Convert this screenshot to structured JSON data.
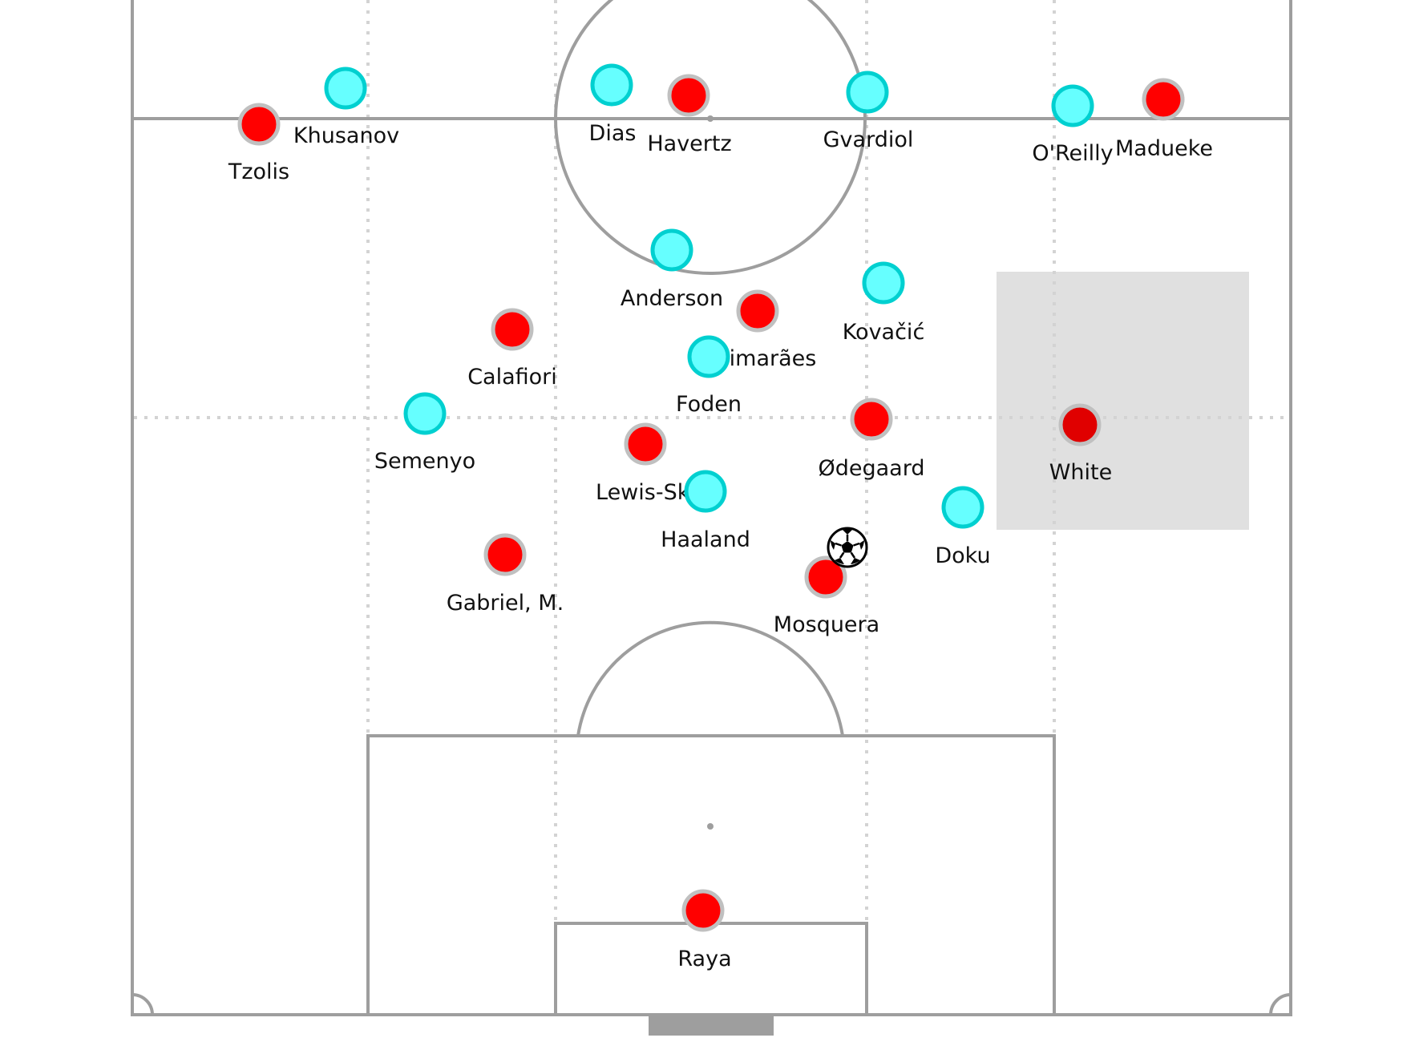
{
  "colors": {
    "team_red": "#ff0000",
    "team_red_highlight": "#e00000",
    "team_cyan": "#66ffff",
    "team_cyan_stroke": "#00d0d0",
    "red_stroke": "#c0c0c0",
    "pitch_lines": "#9e9e9e",
    "grid": "#d3d3d3",
    "highlight_zone": "#e0e0e0"
  },
  "ball": {
    "icon": "soccer-ball-icon"
  },
  "players": [
    {
      "name": "Tzolis",
      "team": "red"
    },
    {
      "name": "Khusanov",
      "team": "cyan"
    },
    {
      "name": "Dias",
      "team": "cyan"
    },
    {
      "name": "Havertz",
      "team": "red"
    },
    {
      "name": "Gvardiol",
      "team": "cyan"
    },
    {
      "name": "O'Reilly",
      "team": "cyan"
    },
    {
      "name": "Madueke",
      "team": "red"
    },
    {
      "name": "Anderson",
      "team": "cyan"
    },
    {
      "name": "Kovačić",
      "team": "cyan"
    },
    {
      "name": "Calafiori",
      "team": "red"
    },
    {
      "name": "Guimarães",
      "team": "red"
    },
    {
      "name": "Foden",
      "team": "cyan"
    },
    {
      "name": "Semenyo",
      "team": "cyan"
    },
    {
      "name": "Ødegaard",
      "team": "red"
    },
    {
      "name": "White",
      "team": "red",
      "highlighted": true
    },
    {
      "name": "Lewis-Skelly",
      "team": "red"
    },
    {
      "name": "Haaland",
      "team": "cyan"
    },
    {
      "name": "Doku",
      "team": "cyan"
    },
    {
      "name": "Gabriel, M.",
      "team": "red"
    },
    {
      "name": "Mosquera",
      "team": "red"
    },
    {
      "name": "Raya",
      "team": "red"
    }
  ]
}
